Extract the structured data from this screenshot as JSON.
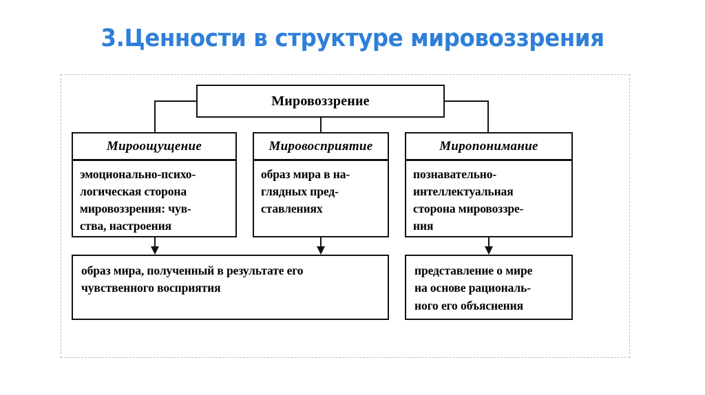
{
  "slide": {
    "title": "3.Ценности в структуре мировоззрения",
    "title_color": "#2f7fd8"
  },
  "diagram": {
    "root": {
      "label": "Мировоззрение"
    },
    "columns": [
      {
        "head": "Мироощущение",
        "body": "эмоционально-психо-\nлогическая сторона\nмировоззрения: чув-\nства, настроения"
      },
      {
        "head": "Мировосприятие",
        "body": "образ мира в на-\nглядных пред-\nставлениях"
      },
      {
        "head": "Миропонимание",
        "body": "познавательно-\nинтеллектуальная\nсторона мировоззре-\nния"
      }
    ],
    "conclusions": [
      {
        "label": "образ мира, полученный в результате его\nчувственного восприятия"
      },
      {
        "label": "представление о мире\nна основе рациональ-\nного его объяснения"
      }
    ]
  }
}
